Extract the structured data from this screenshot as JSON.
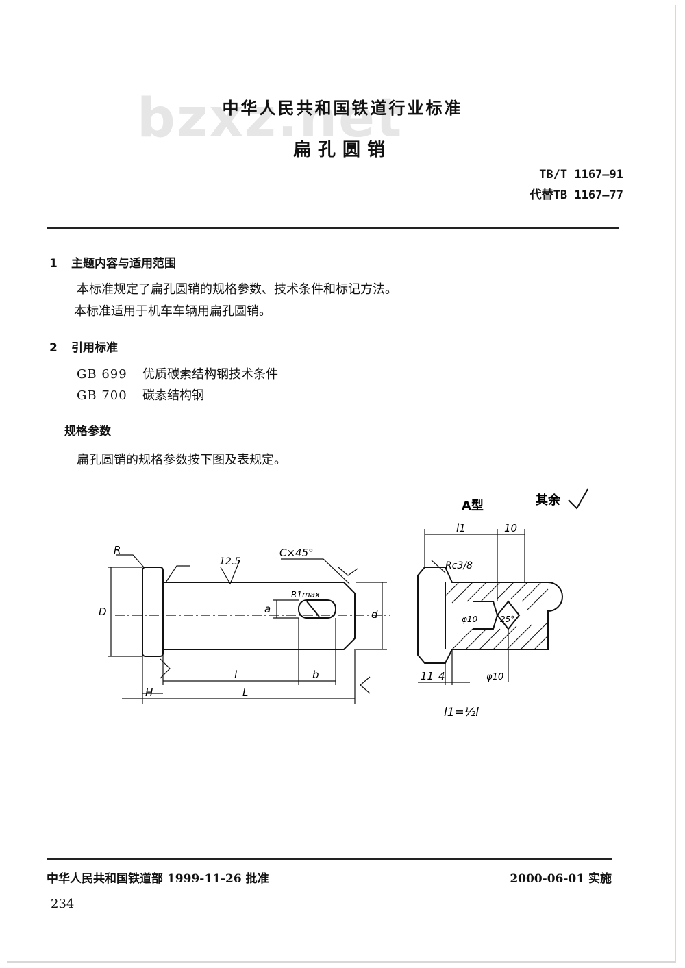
{
  "watermark": "bzxz.net",
  "header": {
    "title": "中华人民共和国铁道行业标准",
    "doc_title": "扁孔圆销",
    "std_number": "TB/T 1167—91",
    "replaces": "代替TB 1167—77"
  },
  "sections": [
    {
      "num": "1",
      "heading": "主题内容与适用范围",
      "paragraphs": [
        "本标准规定了扁孔圆销的规格参数、技术条件和标记方法。",
        "本标准适用于机车车辆用扁孔圆销。"
      ]
    },
    {
      "num": "2",
      "heading": "引用标准",
      "refs": [
        {
          "code": "GB 699",
          "name": "优质碳素结构钢技术条件"
        },
        {
          "code": "GB 700",
          "name": "碳素结构钢"
        }
      ]
    },
    {
      "num": "",
      "heading": "规格参数",
      "paragraphs": [
        "扁孔圆销的规格参数按下图及表规定。"
      ]
    }
  ],
  "drawing": {
    "type_label": "A型",
    "remainder_note": "其余",
    "labels": {
      "R": "R",
      "chamfer": "C×45°",
      "rough": "12.5",
      "rmax": "R1max",
      "D": "D",
      "a": "a",
      "d": "d",
      "l": "l",
      "b": "b",
      "H": "H",
      "L": "L",
      "l1": "l1",
      "ten": "10",
      "rc": "Rc3/8",
      "phi10": "φ10",
      "deg": "25°",
      "eleven": "11",
      "four": "4",
      "phi10b": "φ10",
      "formula": "l1=½l"
    }
  },
  "footer": {
    "issuer": "中华人民共和国铁道部 1999-11-26 批准",
    "effective": "2000-06-01 实施",
    "page": "234"
  }
}
